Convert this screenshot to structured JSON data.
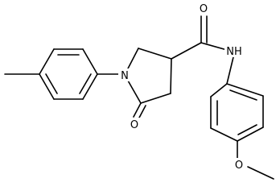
{
  "molecule": {
    "atom_labels": {
      "amide_oxygen": "O",
      "amide_nitrogen": "NH",
      "ring_nitrogen": "N",
      "ketone_oxygen": "O",
      "ether_oxygen": "O"
    }
  }
}
